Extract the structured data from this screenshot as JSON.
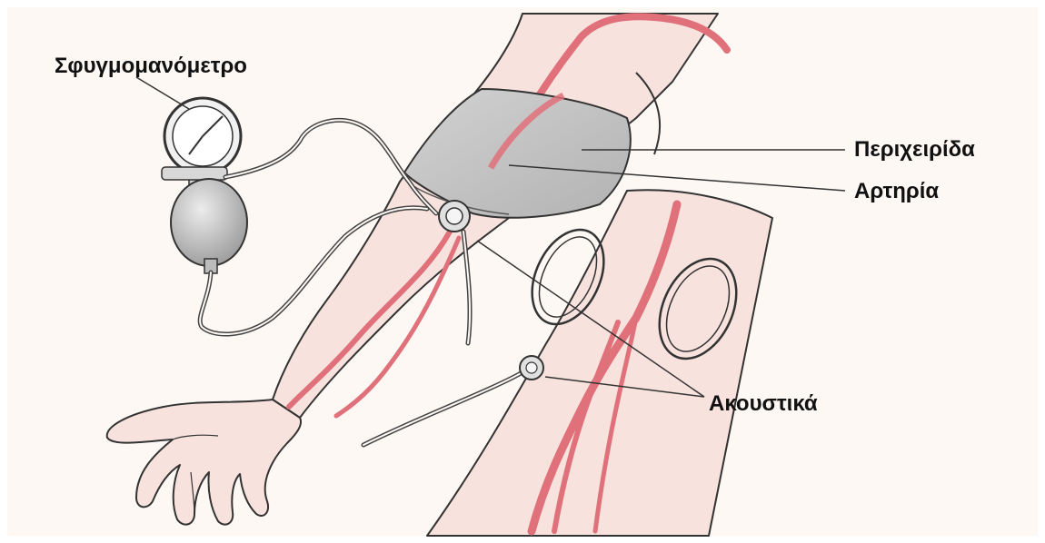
{
  "labels": {
    "sphygmomanometer": "Σφυγμομανόμετρο",
    "cuff": "Περιχειρίδα",
    "artery": "Αρτηρία",
    "stethoscope": "Ακουστικά"
  },
  "colors": {
    "paper": "#fdf8f4",
    "skin_tint": "#f8e4e0",
    "artery": "#e0707a",
    "cuff": "#c4c4c4",
    "outline": "#333333"
  }
}
